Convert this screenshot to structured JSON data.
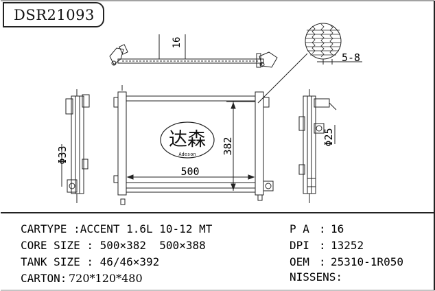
{
  "part_number": "DSR21093",
  "logo": {
    "chinese": "达森",
    "latin": "Adeson"
  },
  "dimensions": {
    "core_width": "500",
    "core_height": "382",
    "tube_thickness": "16",
    "fin_pitch": "5-8",
    "left_pipe": "33",
    "right_pipe": "25"
  },
  "specs_left": [
    {
      "label": "CARTYPE :ACCENT 1.6L 10-12 MT"
    },
    {
      "label": "CORE SIZE : 500×382  500×388"
    },
    {
      "label": "TANK SIZE : 46/46×392"
    },
    {
      "label": "CARTON:",
      "value": "720*120*480"
    }
  ],
  "specs_right": [
    {
      "label": "P A",
      "sep": ":",
      "value": "16"
    },
    {
      "label": "DPI",
      "sep": ":",
      "value": "13252"
    },
    {
      "label": "OEM",
      "sep": ":",
      "value": "25310-1R050"
    },
    {
      "label": "NISSENS:",
      "sep": "",
      "value": ""
    }
  ]
}
